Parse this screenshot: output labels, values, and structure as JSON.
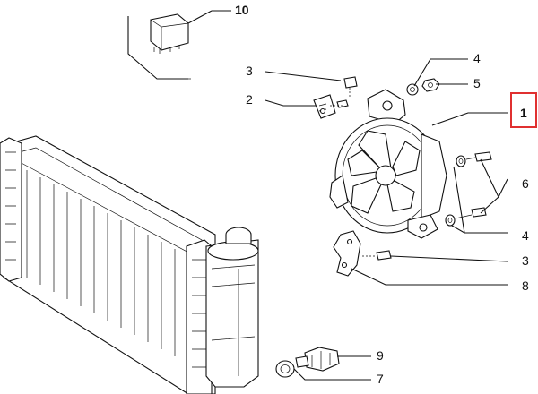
{
  "diagram": {
    "callouts": [
      {
        "id": "c10",
        "text": "10"
      },
      {
        "id": "c4a",
        "text": "4"
      },
      {
        "id": "c5",
        "text": "5"
      },
      {
        "id": "c3a",
        "text": "3"
      },
      {
        "id": "c2",
        "text": "2"
      },
      {
        "id": "c1",
        "text": "1",
        "highlighted": true
      },
      {
        "id": "c6",
        "text": "6"
      },
      {
        "id": "c4b",
        "text": "4"
      },
      {
        "id": "c3b",
        "text": "3"
      },
      {
        "id": "c8",
        "text": "8"
      },
      {
        "id": "c9",
        "text": "9"
      },
      {
        "id": "c7",
        "text": "7"
      }
    ],
    "highlight_color": "#e03030",
    "line_color": "#111111"
  }
}
